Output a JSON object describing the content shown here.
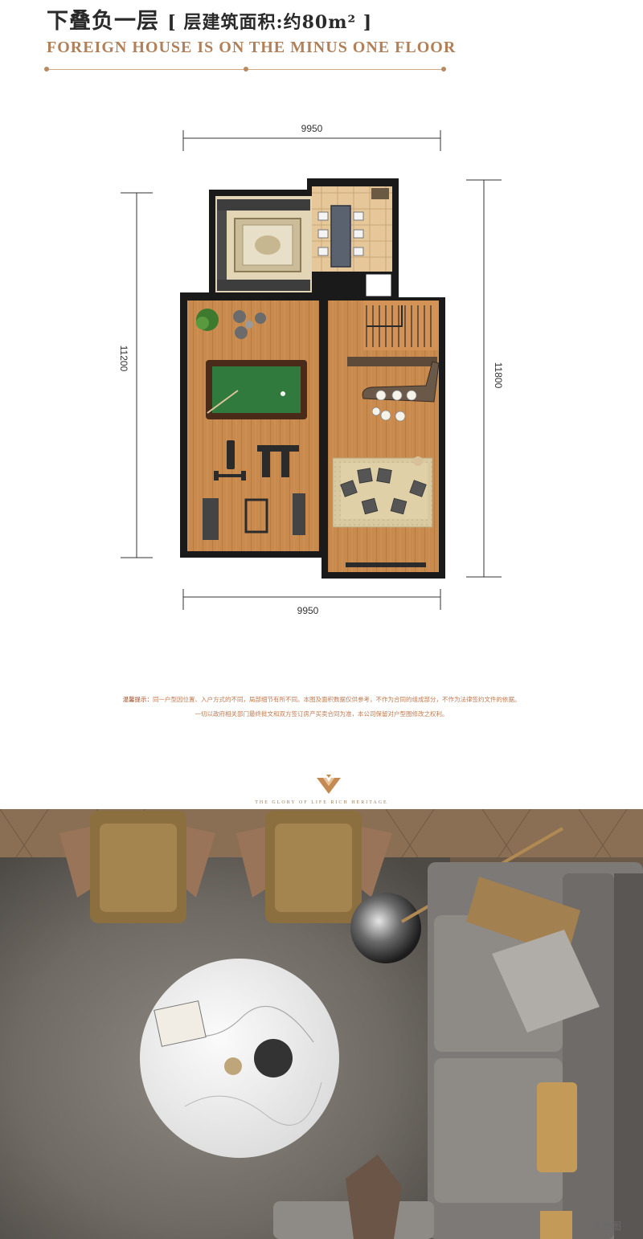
{
  "header": {
    "title_cn": "下叠负一层",
    "area_label": "[ 层建筑面积:约80m² ]",
    "title_en": "FOREIGN HOUSE IS ON THE MINUS ONE FLOOR"
  },
  "plan": {
    "dim_top": "9950",
    "dim_bottom": "9950",
    "dim_left": "11200",
    "dim_right": "11800"
  },
  "notice": {
    "label": "温馨提示：",
    "line1": "同一户型因位置、入户方式的不同，局部细节有所不同。本图及面积数据仅供参考，不作为合同的组成部分，不作为法律签约文件的依据。",
    "line2": "一切以政府相关部门最终批文和双方签订房产买卖合同为准，本公司保留对户型图修改之权利。"
  },
  "brand": {
    "tagline": "THE GLORY OF LIFE  RICH HERITAGE"
  },
  "photo": {
    "caption": "示意图"
  },
  "colors": {
    "accent": "#b0805a",
    "wood": "#c98a4e",
    "wall": "#1a1a1a",
    "felt": "#2f7a3c"
  }
}
